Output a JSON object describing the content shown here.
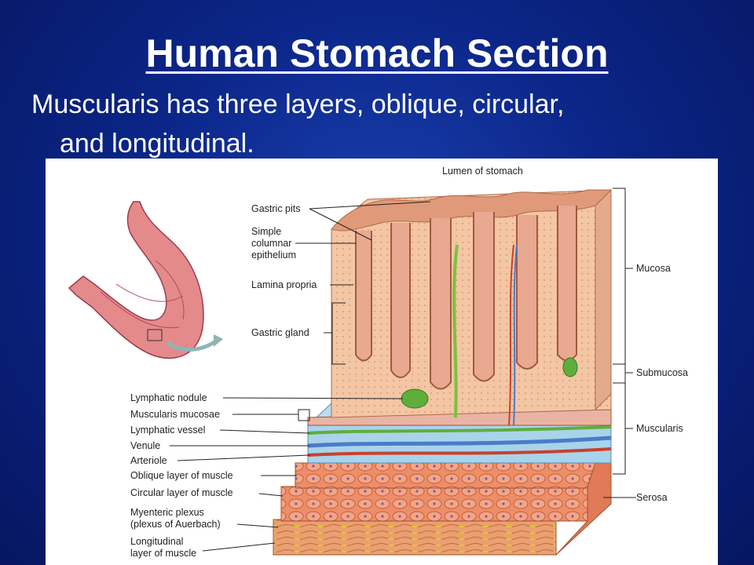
{
  "slide": {
    "title": "Human Stomach Section",
    "subtitle_line1": "Muscularis has three layers, oblique, circular,",
    "subtitle_line2": "and longitudinal."
  },
  "diagram": {
    "top_label": "Lumen of stomach",
    "left_labels": {
      "gastric_pits": "Gastric pits",
      "simple_columnar_1": "Simple",
      "simple_columnar_2": "columnar",
      "simple_columnar_3": "epithelium",
      "lamina_propria": "Lamina propria",
      "gastric_gland": "Gastric gland",
      "lymphatic_nodule": "Lymphatic nodule",
      "muscularis_mucosae": "Muscularis mucosae",
      "lymphatic_vessel": "Lymphatic vessel",
      "venule": "Venule",
      "arteriole": "Arteriole",
      "oblique_layer": "Oblique layer of muscle",
      "circular_layer": "Circular layer of muscle",
      "myenteric_1": "Myenteric plexus",
      "myenteric_2": "(plexus of Auerbach)",
      "longitudinal_1": "Longitudinal",
      "longitudinal_2": "layer of muscle"
    },
    "right_labels": {
      "mucosa": "Mucosa",
      "submucosa": "Submucosa",
      "muscularis": "Muscularis",
      "serosa": "Serosa"
    },
    "colors": {
      "slide_background": "#0b2688",
      "title_text": "#ffffff",
      "mucosa_fill": "#e8a07c",
      "submucosa_fill": "#a9d3ea",
      "muscle_fill": "#e8805e",
      "lymph_green": "#5fae3c",
      "vein_blue": "#4a7cc8",
      "artery_red": "#c8402c"
    }
  }
}
